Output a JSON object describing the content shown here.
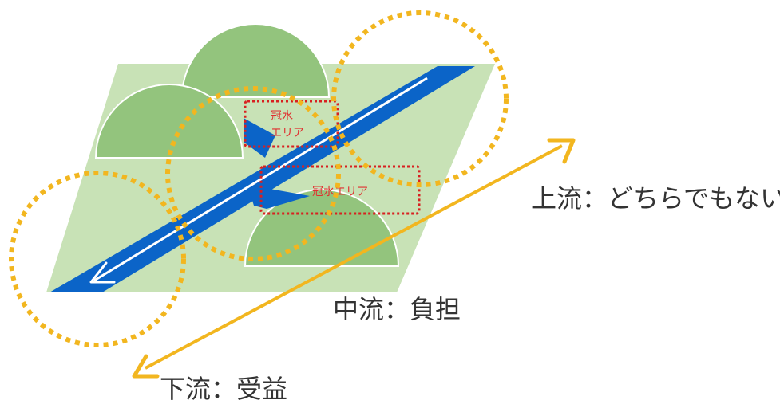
{
  "colors": {
    "land": "#c8e2b6",
    "hill": "#93c47d",
    "river": "#0b64c8",
    "flow_arrow": "#ffffff",
    "circle": "#f2b61f",
    "axis_arrow": "#f2b61f",
    "flood_box": "#d82020",
    "text": "#333333"
  },
  "flood_areas": [
    {
      "lines": [
        "冠水",
        "エリア"
      ]
    },
    {
      "lines": [
        "冠水エリア"
      ]
    }
  ],
  "zones": {
    "upstream": "上流：どちらでもない",
    "midstream": "中流：負担",
    "downstream": "下流：受益"
  },
  "icons": {
    "flow_arrow": "arrow-down-left-icon",
    "axis_arrow": "double-headed-arrow-icon"
  }
}
